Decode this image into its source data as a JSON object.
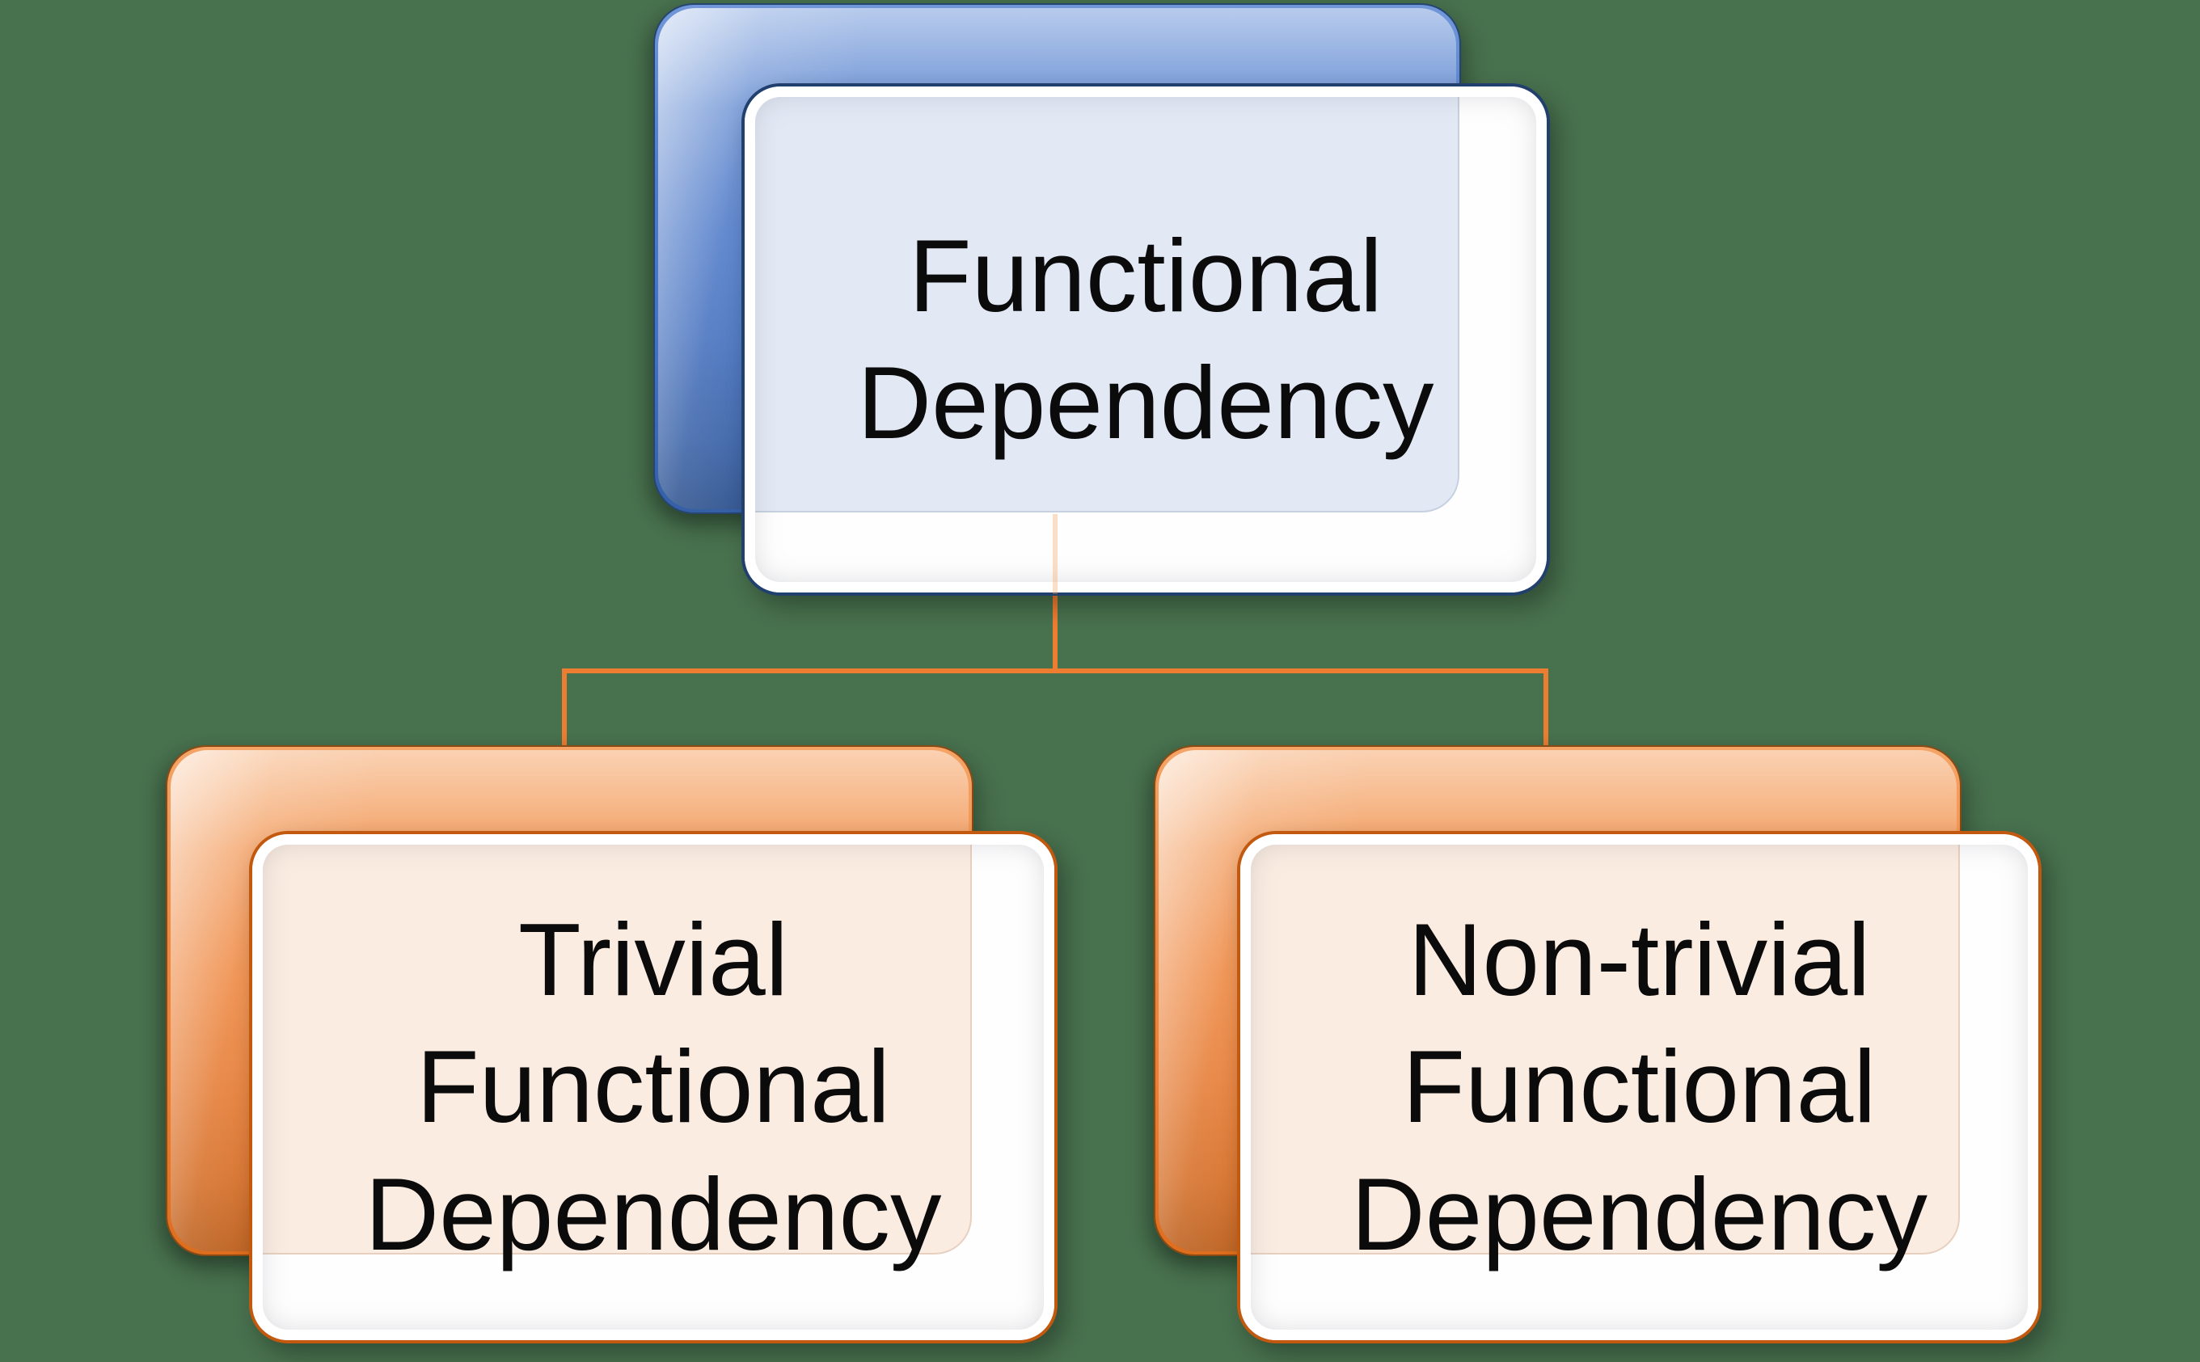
{
  "background_color": "#48714E",
  "connector_color": "#ED7D31",
  "diagram": {
    "root": {
      "label": "Functional Dependency",
      "lines": [
        "Functional",
        "Dependency"
      ],
      "theme_color": "#4472C4"
    },
    "children": [
      {
        "label": "Trivial Functional Dependency",
        "lines": [
          "Trivial",
          "Functional",
          "Dependency"
        ],
        "theme_color": "#ED7D31"
      },
      {
        "label": "Non-trivial Functional Dependency",
        "lines": [
          "Non-trivial",
          "Functional",
          "Dependency"
        ],
        "theme_color": "#ED7D31"
      }
    ]
  }
}
